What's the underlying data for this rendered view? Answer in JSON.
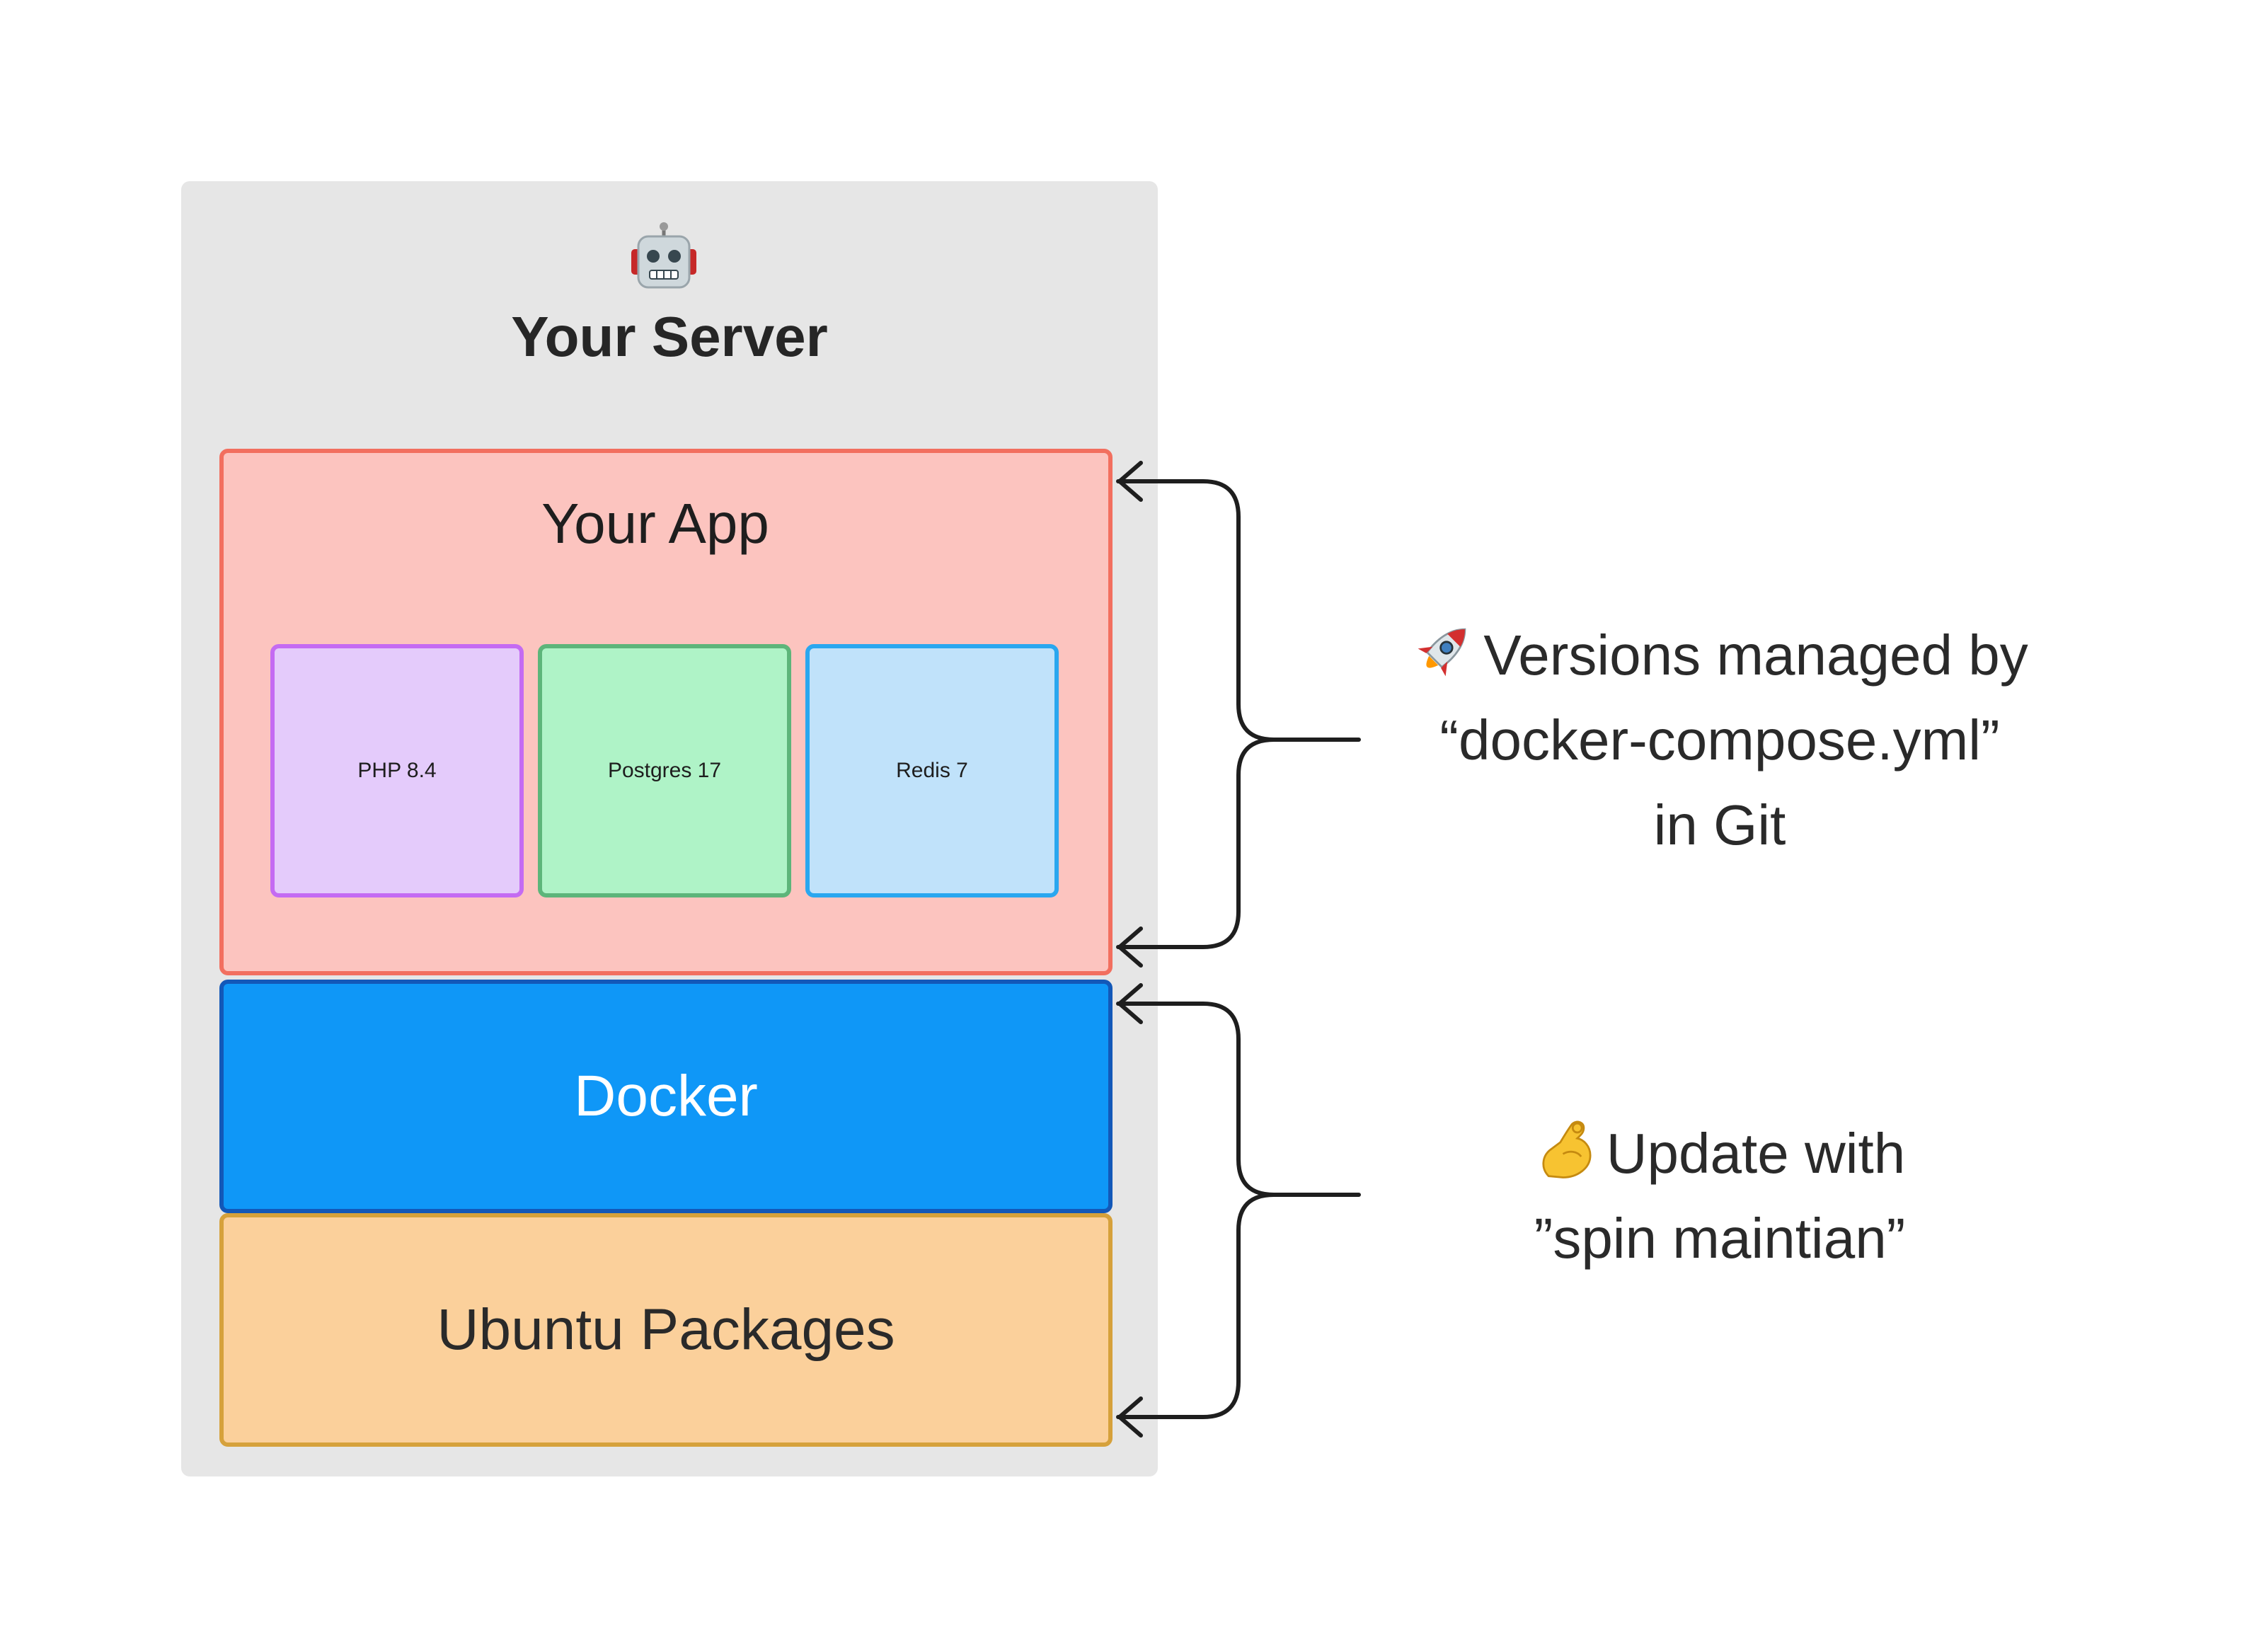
{
  "server": {
    "icon": "robot-icon",
    "title": "Your Server"
  },
  "app": {
    "title": "Your App",
    "services": [
      {
        "label": "PHP 8.4"
      },
      {
        "label": "Postgres 17"
      },
      {
        "label": "Redis 7"
      }
    ]
  },
  "docker": {
    "label": "Docker"
  },
  "ubuntu": {
    "label": "Ubuntu Packages"
  },
  "notes": {
    "versions": {
      "icon": "rocket-icon",
      "line1": "Versions managed by",
      "line2": "“docker-compose.yml”",
      "line3": "in Git"
    },
    "update": {
      "icon": "flexed-biceps-icon",
      "line1": "Update with",
      "line2": "”spin maintian”"
    }
  },
  "colors": {
    "server_bg": "#e6e6e6",
    "app_fill": "#fcc4bf",
    "app_stroke": "#f26f5f",
    "php_fill": "#e4cbfb",
    "postgres_fill": "#aff3c7",
    "redis_fill": "#c0e2fa",
    "docker_fill": "#0f97f7",
    "ubuntu_fill": "#fbd09b"
  }
}
